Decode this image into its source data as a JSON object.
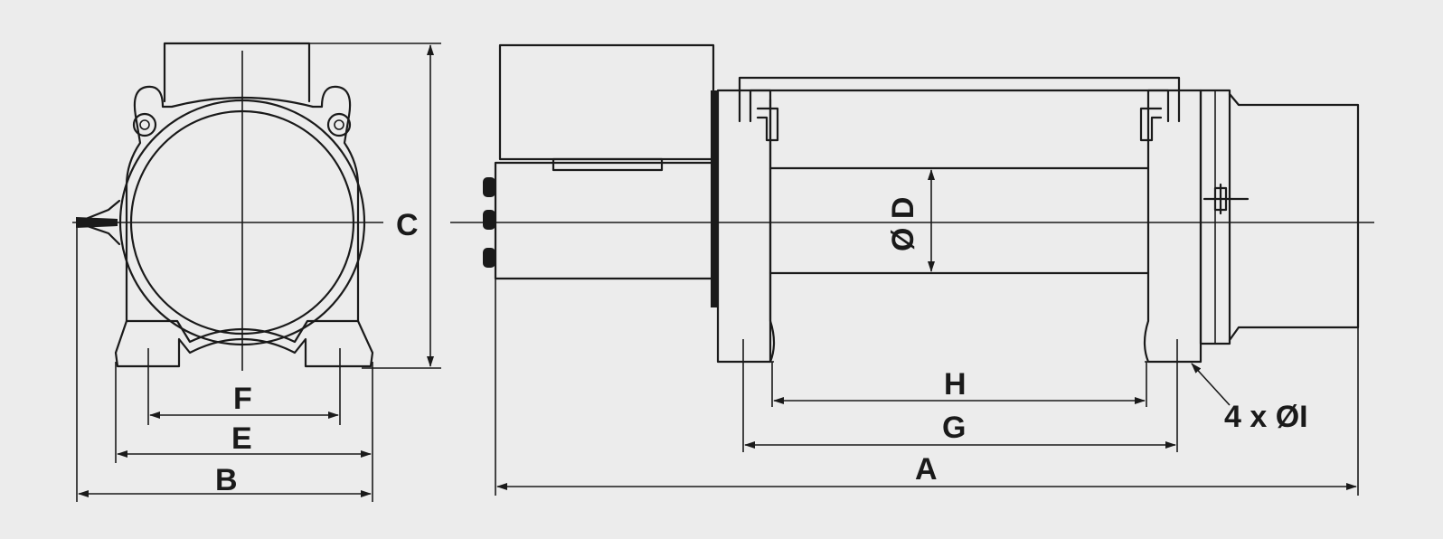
{
  "labels": {
    "A": "A",
    "B": "B",
    "C": "C",
    "D": "Ø D",
    "E": "E",
    "F": "F",
    "G": "G",
    "H": "H",
    "I": "4 x ØI"
  },
  "colors": {
    "background": "#ececec",
    "line": "#1a1a1a"
  }
}
